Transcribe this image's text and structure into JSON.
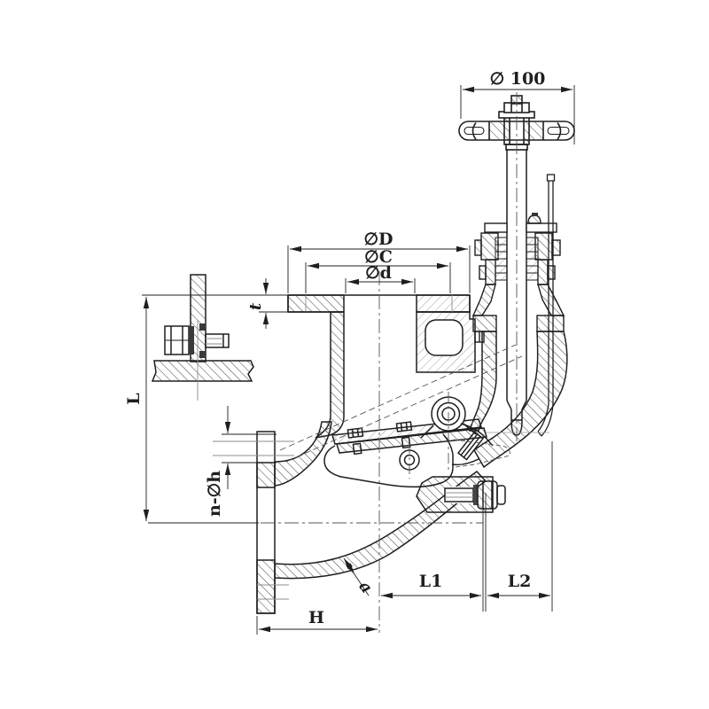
{
  "drawing": {
    "type": "technical-sectional-drawing",
    "subject": "angle storm valve with handwheel, sectional view",
    "background": "#ffffff",
    "line_color": "#1f1f1f",
    "thin_line_color": "#8c8c8c",
    "dimensions": {
      "handwheel_diameter": "∅ 100",
      "flange_outer_diameter": "∅D",
      "bolt_circle_diameter": "∅C",
      "bore_diameter": "∅d",
      "flange_thickness": "t",
      "overall_height": "L",
      "bolt_holes": "n-∅h",
      "wall_thickness": "a",
      "flange_to_center": "H",
      "center_to_face_1": "L1",
      "face_to_edge_2": "L2"
    }
  }
}
